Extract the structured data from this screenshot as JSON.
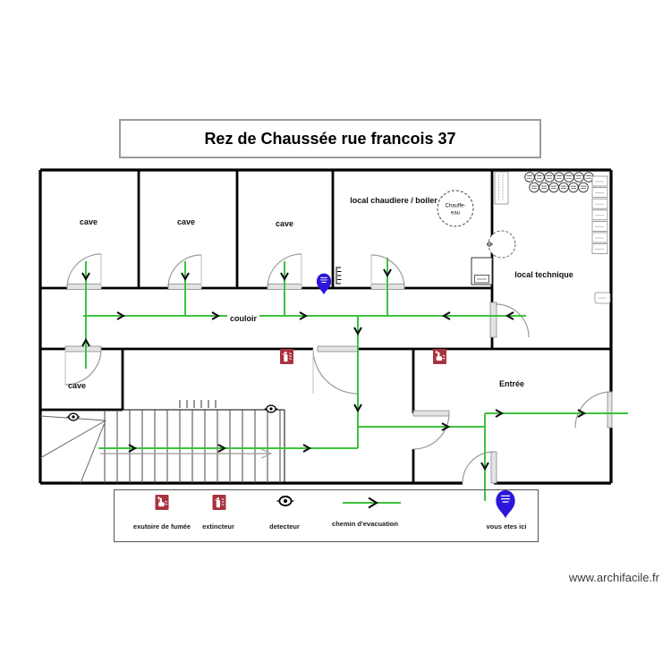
{
  "title": "Rez de Chaussée rue francois 37",
  "watermark": "www.archifacile.fr",
  "rooms": {
    "cave_top_1": "cave",
    "cave_top_2": "cave",
    "cave_top_3": "cave",
    "boiler_room": "local chaudiere / boiler",
    "technical_room": "local technique",
    "corridor": "couloir",
    "cave_lower": "cave",
    "entrance": "Entrée"
  },
  "equipment": {
    "water_heater_line1": "Chauffe-",
    "water_heater_line2": "eau"
  },
  "legend": {
    "items": [
      {
        "icon": "smoke-vent-icon",
        "label": "exutoire de fumée"
      },
      {
        "icon": "extinguisher-icon",
        "label": "extincteur"
      },
      {
        "icon": "detector-icon",
        "label": "detecteur"
      },
      {
        "icon": "evacuation-path-icon",
        "label": "chemin d'evacuation"
      },
      {
        "icon": "you-are-here-icon",
        "label": "vous etes ici"
      }
    ]
  },
  "colors": {
    "evacuation_green": "#3ec23e",
    "marker_blue": "#2b16d9",
    "safety_red": "#a8333f",
    "wall_black": "#000000"
  }
}
